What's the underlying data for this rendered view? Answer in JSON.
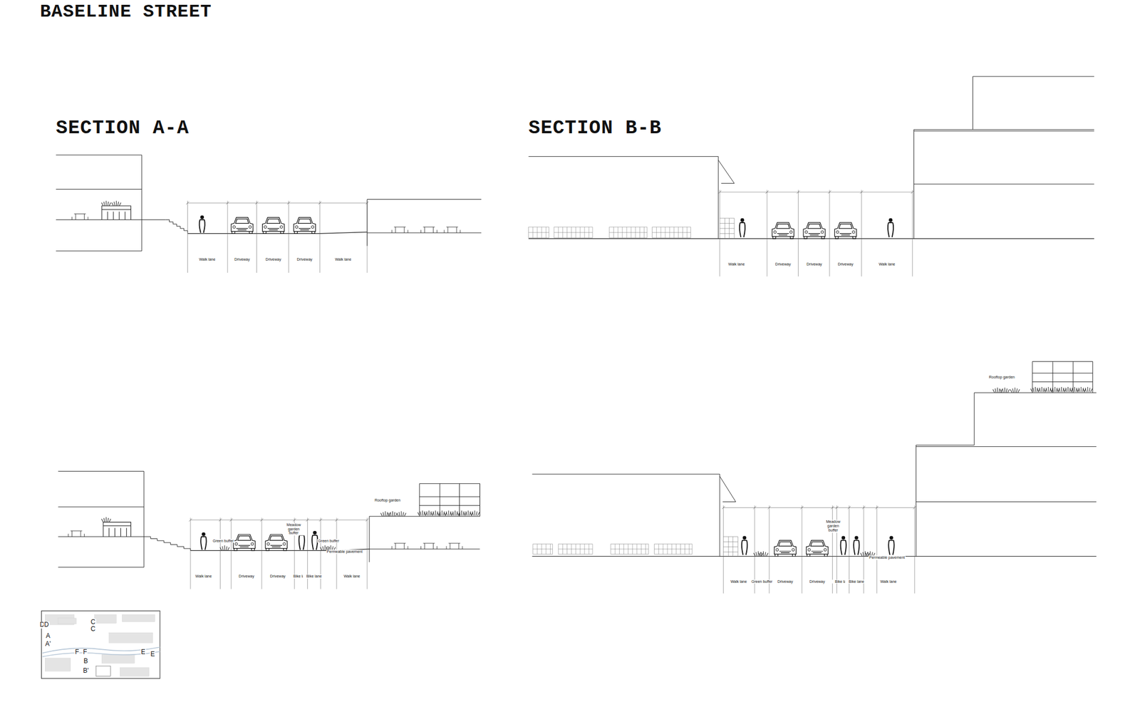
{
  "diagram": {
    "title": "BASELINE STREET",
    "labels": [
      "SECTION A-A",
      "SECTION B-B",
      "Walk lane",
      "Driveway",
      "Driveway",
      "Driveway",
      "Walk lane",
      "Walk lane",
      "Driveway",
      "Driveway",
      "Driveway",
      "Walk lane",
      "Walk lane",
      "Green buffer",
      "Driveway",
      "Driveway",
      "Meadow garden buffer",
      "Bike lane",
      "Bike lane",
      "Green buffer",
      "Permeable pavement",
      "Walk lane",
      "Rooftop garden",
      "Walk lane",
      "Green buffer",
      "Driveway",
      "Driveway",
      "Meadow garden buffer",
      "Bike lane",
      "Bike lane",
      "Permeable pavement",
      "Walk lane",
      "Rooftop garden",
      "D",
      "D",
      "C",
      "C",
      "A",
      "A'",
      "F",
      "F",
      "E",
      "E",
      "B",
      "B'"
    ]
  }
}
